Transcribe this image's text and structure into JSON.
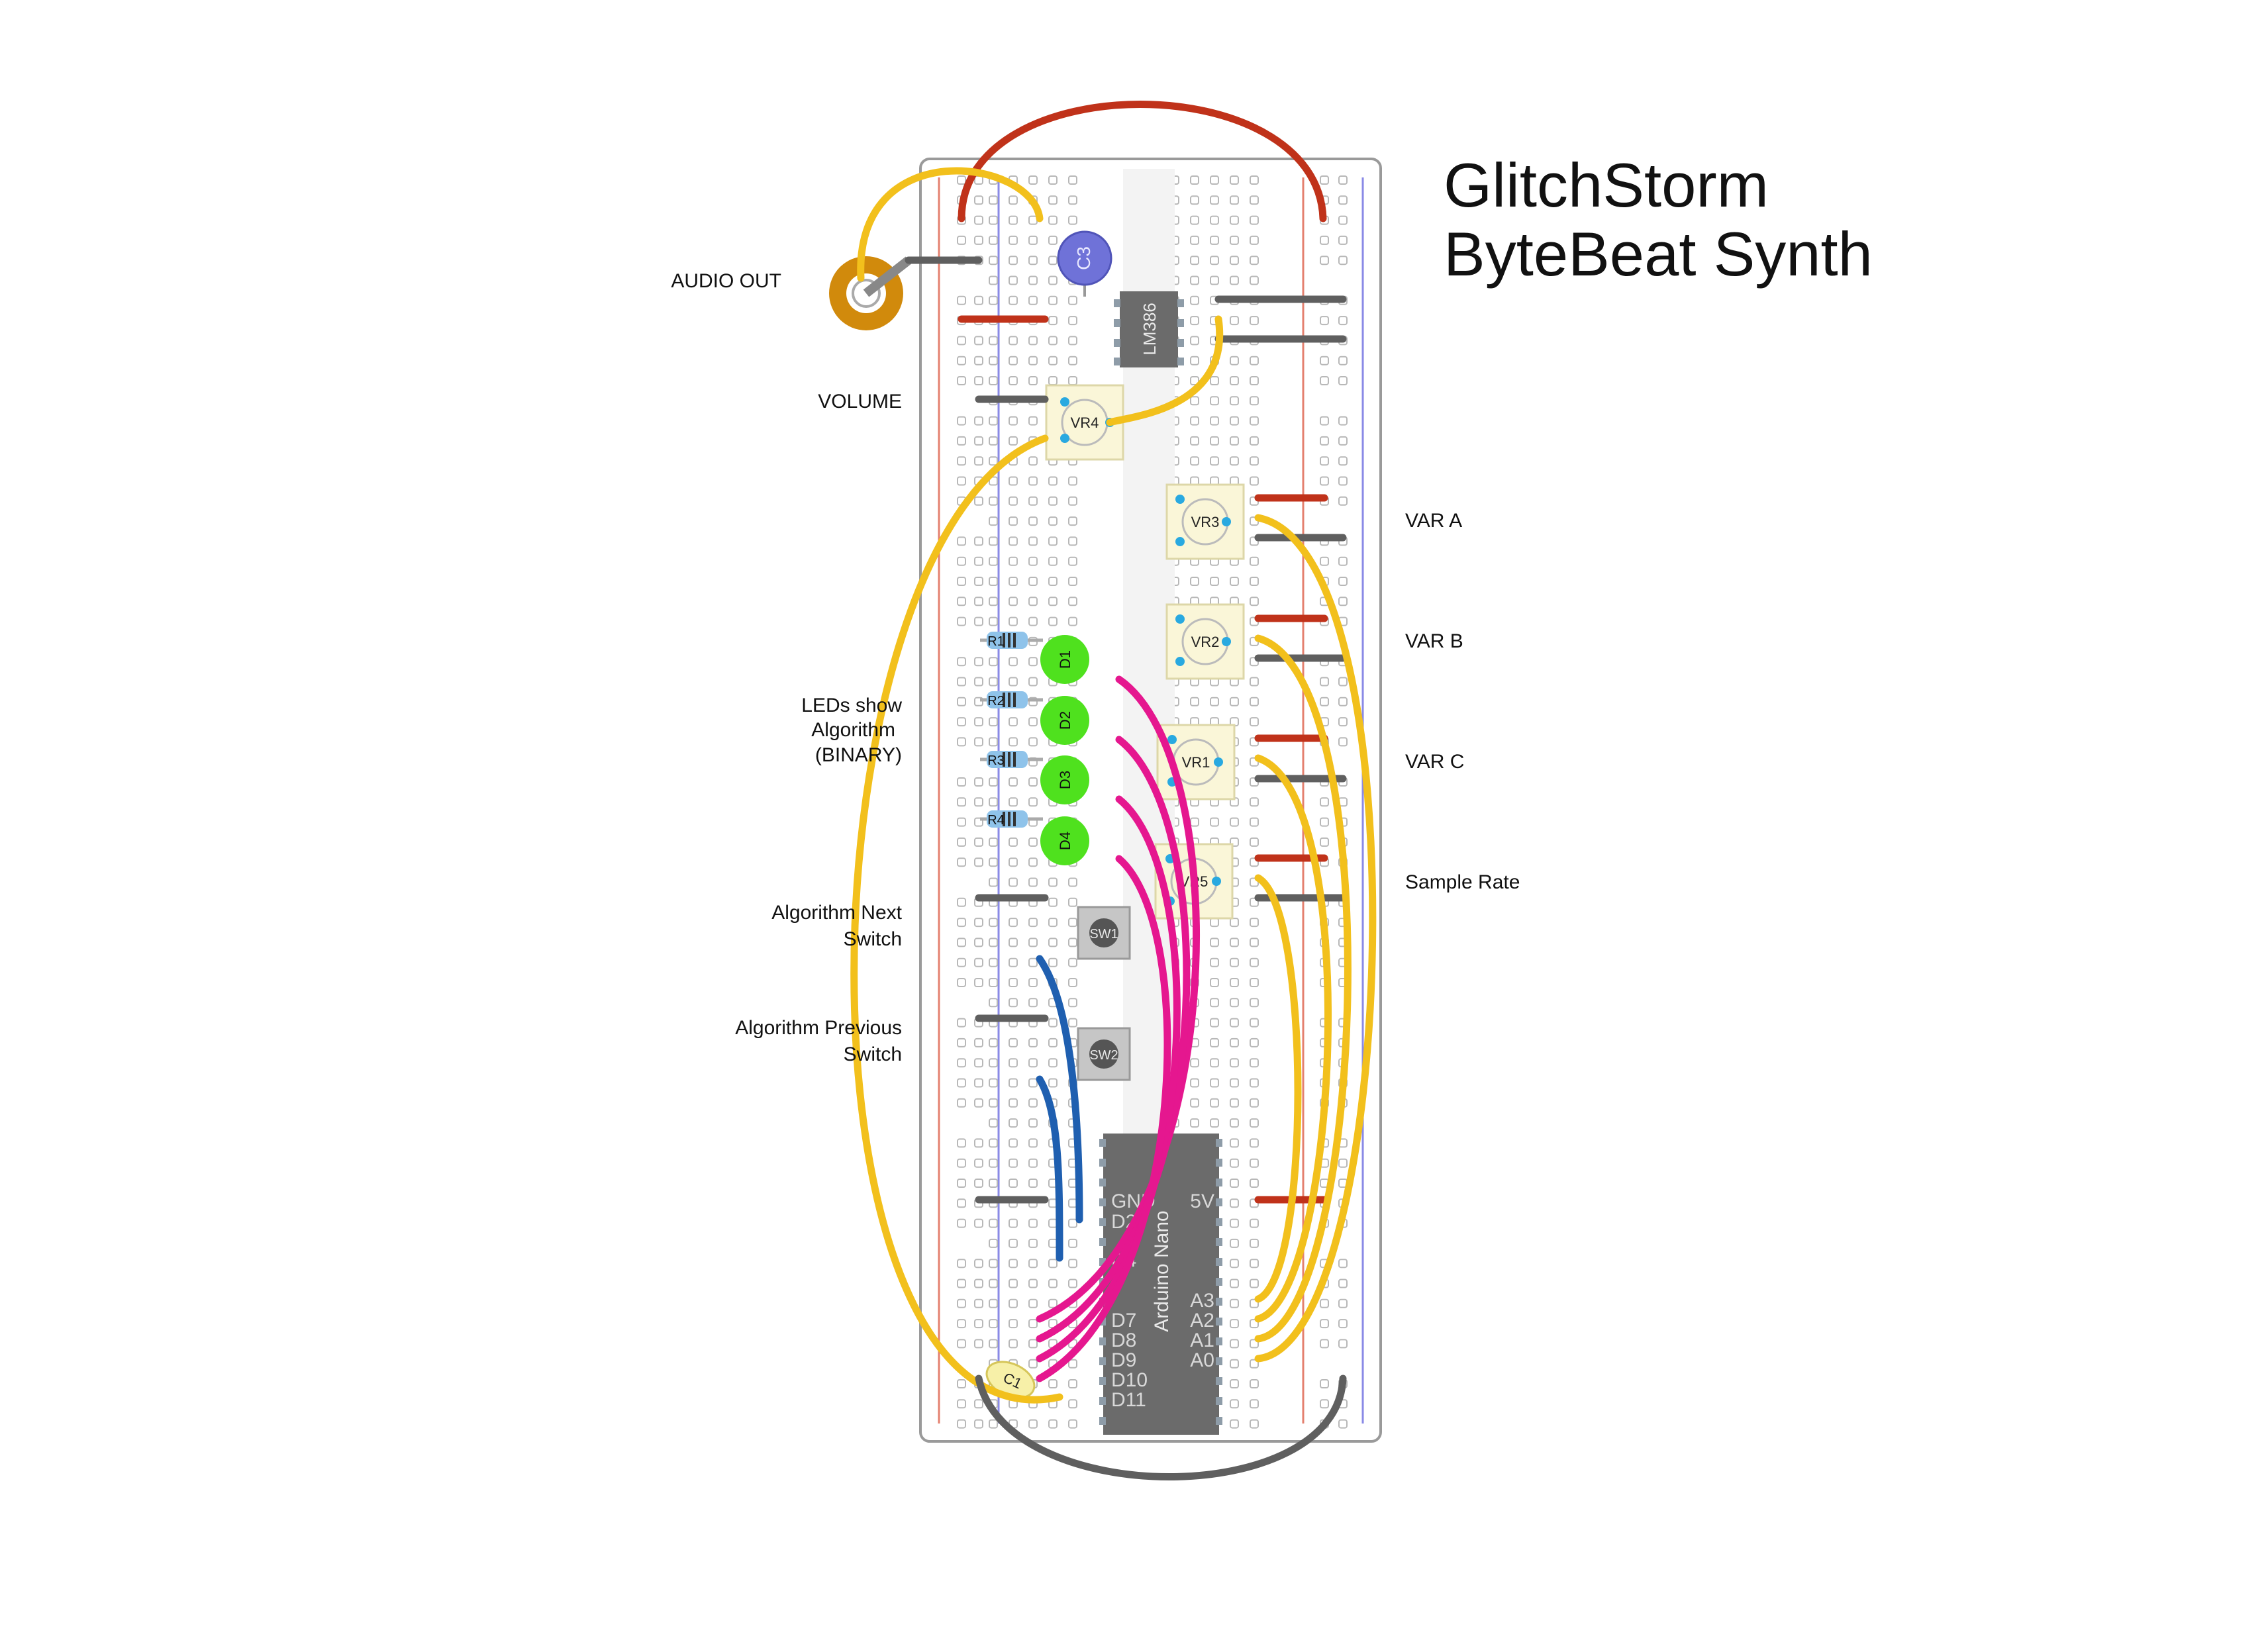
{
  "title": {
    "line1": "GlitchStorm",
    "line2": "ByteBeat Synth"
  },
  "labels": {
    "audio_out": "AUDIO OUT",
    "volume": "VOLUME",
    "leds_line1": "LEDs show",
    "leds_line2": "Algorithm",
    "leds_line3": "(BINARY)",
    "next_line1": "Algorithm Next",
    "next_line2": "Switch",
    "prev_line1": "Algorithm Previous",
    "prev_line2": "Switch",
    "var_a": "VAR A",
    "var_b": "VAR B",
    "var_c": "VAR C",
    "sample_rate": "Sample Rate"
  },
  "components": {
    "c1": "C1",
    "c3": "C3",
    "amp_ic": "LM386",
    "vr1": "VR1",
    "vr2": "VR2",
    "vr3": "VR3",
    "vr4": "VR4",
    "vr5": "VR5",
    "sw1": "SW1",
    "sw2": "SW2",
    "r1": "R1",
    "r2": "R2",
    "r3": "R3",
    "r4": "R4",
    "d1": "D1",
    "d2": "D2",
    "d3": "D3",
    "d4": "D4"
  },
  "arduino": {
    "name": "Arduino Nano",
    "pin_gnd": "GND",
    "pin_d2": "D2",
    "pin_d4": "D4",
    "pin_d7": "D7",
    "pin_d8": "D8",
    "pin_d9": "D9",
    "pin_d10": "D10",
    "pin_d11": "D11",
    "pin_5v": "5V",
    "pin_a3": "A3",
    "pin_a2": "A2",
    "pin_a1": "A1",
    "pin_a0": "A0"
  },
  "colors": {
    "wire_red": "#c0321a",
    "wire_yellow": "#f2c01c",
    "wire_grey": "#5f5f5f",
    "wire_magenta": "#e5178f",
    "wire_blue": "#1f5fb0",
    "led_green": "#4fe11e",
    "pot_body": "#faf6d8",
    "jack_orange": "#d18a0c",
    "cap_blue": "#6f72d8",
    "ic_grey": "#6b6b6b",
    "rail_red": "#e4806f",
    "rail_blue": "#8a8ae6"
  }
}
